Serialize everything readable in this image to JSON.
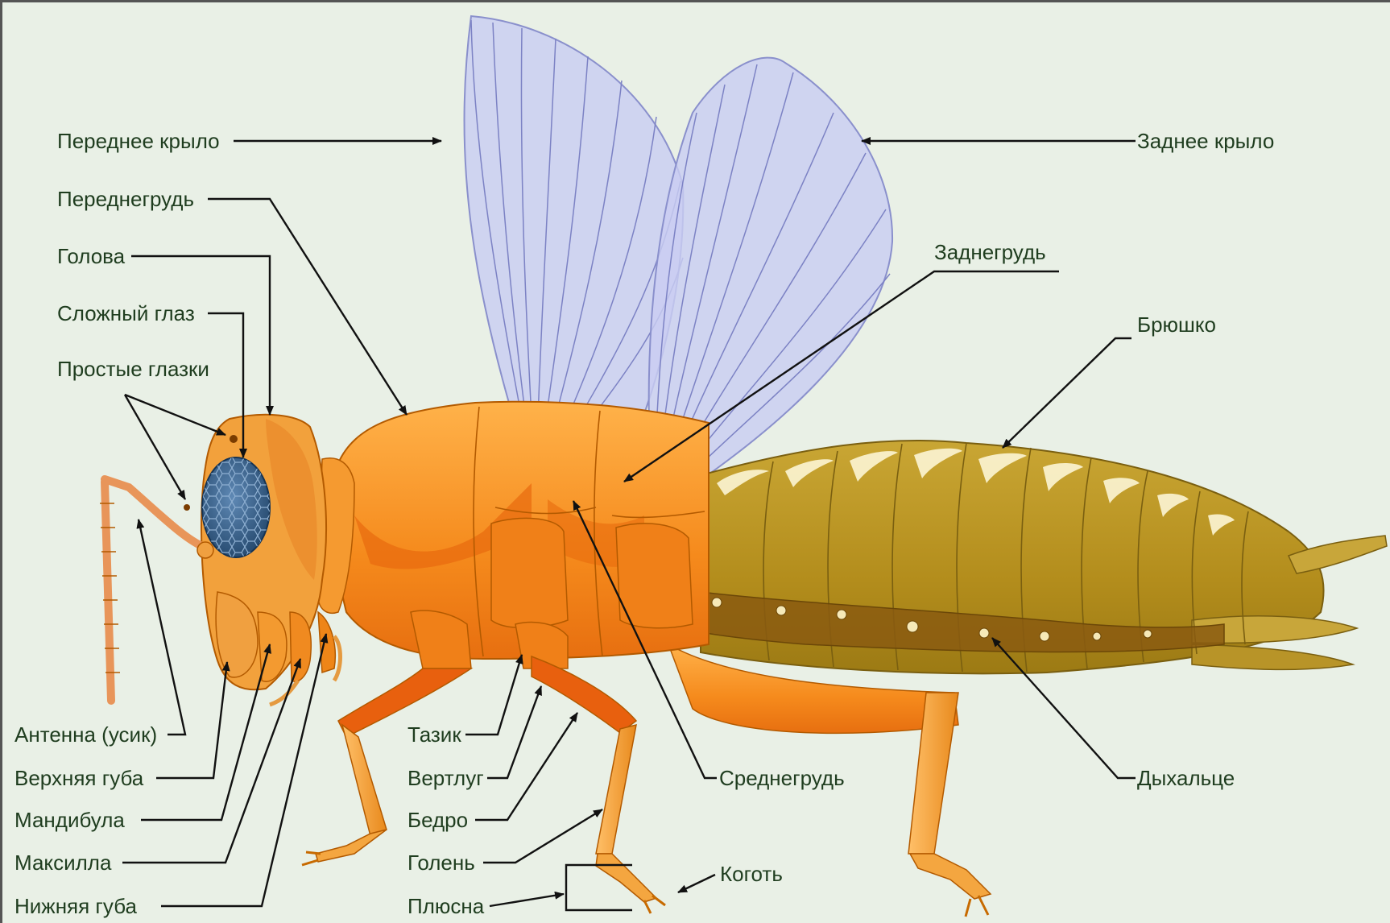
{
  "labels": {
    "forewing": "Переднее крыло",
    "hindwing": "Заднее крыло",
    "prothorax": "Переднегрудь",
    "metathorax": "Заднегрудь",
    "head": "Голова",
    "compound_eye": "Сложный глаз",
    "abdomen": "Брюшко",
    "ocelli": "Простые глазки",
    "antenna": "Антенна (усик)",
    "labrum": "Верхняя губа",
    "mandible": "Мандибула",
    "maxilla": "Максилла",
    "labium": "Нижняя губа",
    "coxa": "Тазик",
    "trochanter": "Вертлуг",
    "femur": "Бедро",
    "tibia": "Голень",
    "tarsus": "Плюсна",
    "claw": "Коготь",
    "mesothorax": "Среднегрудь",
    "spiracle": "Дыхальце"
  },
  "colors": {
    "background": "#e9f0e6",
    "label_text": "#1f3d1f",
    "thorax": "#f28a1e",
    "abdomen": "#b8951e",
    "wing": "#c9cdf2",
    "eye": "#2f5d8a"
  }
}
